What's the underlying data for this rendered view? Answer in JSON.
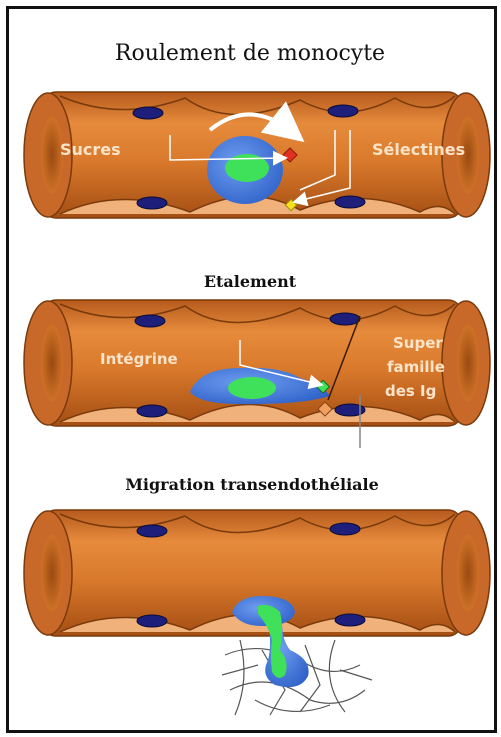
{
  "panels": [
    {
      "title": "Roulement de monocyte",
      "labels": {
        "left": "Sucres",
        "right": "Sélectines"
      }
    },
    {
      "title": "Etalement",
      "labels": {
        "left": "Intégrine",
        "right_line1": "Super",
        "right_line2": "famille",
        "right_line3": "des Ig"
      }
    },
    {
      "title": "Migration transendothéliale"
    }
  ],
  "colors": {
    "vessel": "#d9792b",
    "vessel_dark": "#8a4310",
    "vessel_light": "#f0b27a",
    "nucleus_endo": "#1d1f7a",
    "monocyte": "#4a7fe0",
    "monocyte_nucleus": "#3fe05a",
    "selectin": "#e0321e",
    "sugar": "#f5e11a",
    "label_text": "#fbe3c8"
  }
}
